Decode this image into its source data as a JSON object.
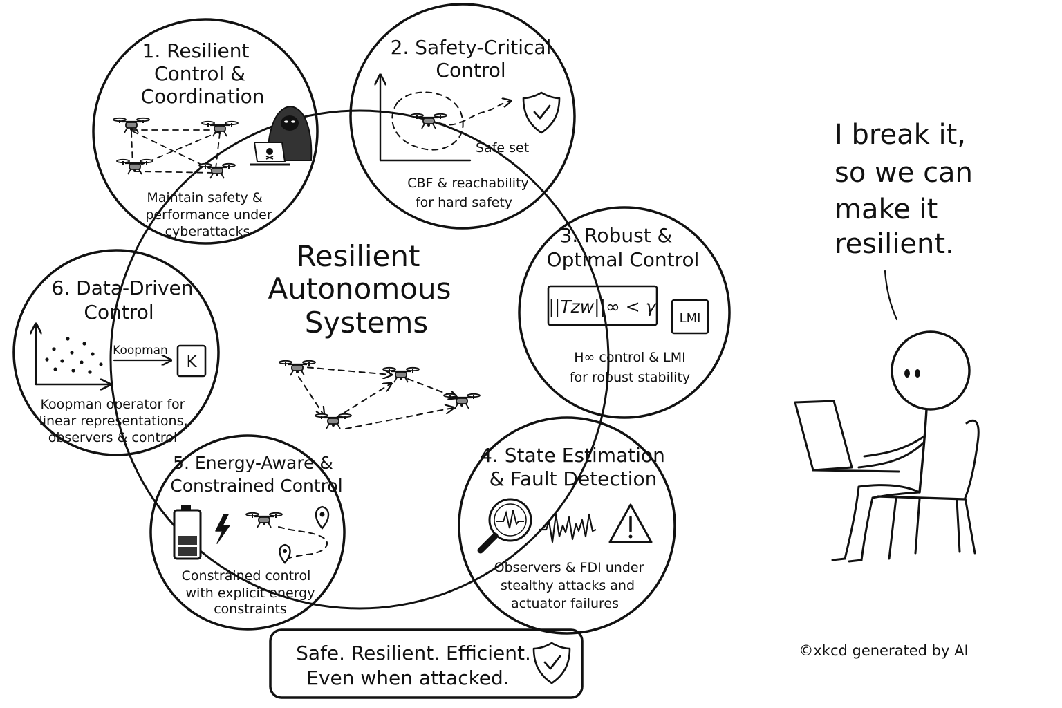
{
  "diagram": {
    "center": {
      "title_lines": [
        "Resilient",
        "Autonomous",
        "Systems"
      ]
    },
    "modules": [
      {
        "id": "m1",
        "title_lines": [
          "1. Resilient",
          "Control &",
          "Coordination"
        ],
        "caption_lines": [
          "Maintain safety &",
          "performance under",
          "cyberattacks"
        ],
        "icons": [
          "drone-icon",
          "hacker-icon",
          "laptop-icon"
        ]
      },
      {
        "id": "m2",
        "title_lines": [
          "2. Safety-Critical",
          "Control"
        ],
        "plot_label": "Safe set",
        "caption_lines": [
          "CBF & reachability",
          "for hard safety"
        ],
        "icons": [
          "drone-icon",
          "shield-check-icon"
        ]
      },
      {
        "id": "m3",
        "title_lines": [
          "3. Robust &",
          "Optimal Control"
        ],
        "formula": "||Tzw||∞ < γ",
        "badge": "LMI",
        "caption_lines": [
          "H∞ control & LMI",
          "for robust stability"
        ]
      },
      {
        "id": "m4",
        "title_lines": [
          "4. State Estimation",
          "& Fault Detection"
        ],
        "caption_lines": [
          "Observers & FDI under",
          "stealthy attacks and",
          "actuator failures"
        ],
        "icons": [
          "magnifier-signal-icon",
          "signal-waveform-icon",
          "warning-icon"
        ]
      },
      {
        "id": "m5",
        "title_lines": [
          "5. Energy-Aware &",
          "Constrained Control"
        ],
        "caption_lines": [
          "Constrained control",
          "with explicit energy",
          "constraints"
        ],
        "icons": [
          "battery-icon",
          "lightning-icon",
          "drone-icon",
          "map-pin-icon"
        ]
      },
      {
        "id": "m6",
        "title_lines": [
          "6. Data-Driven",
          "Control"
        ],
        "arrow_label": "Koopman",
        "badge": "K",
        "caption_lines": [
          "Koopman operator for",
          "linear representations,",
          "observers & control"
        ]
      }
    ],
    "banner": {
      "lines": [
        "Safe. Resilient. Efficient.",
        "Even when attacked."
      ],
      "icon": "shield-check-icon"
    },
    "speech": {
      "lines": [
        "I break it,",
        "so we can",
        "make it",
        "resilient."
      ]
    },
    "credit": "©xkcd generated by AI"
  }
}
